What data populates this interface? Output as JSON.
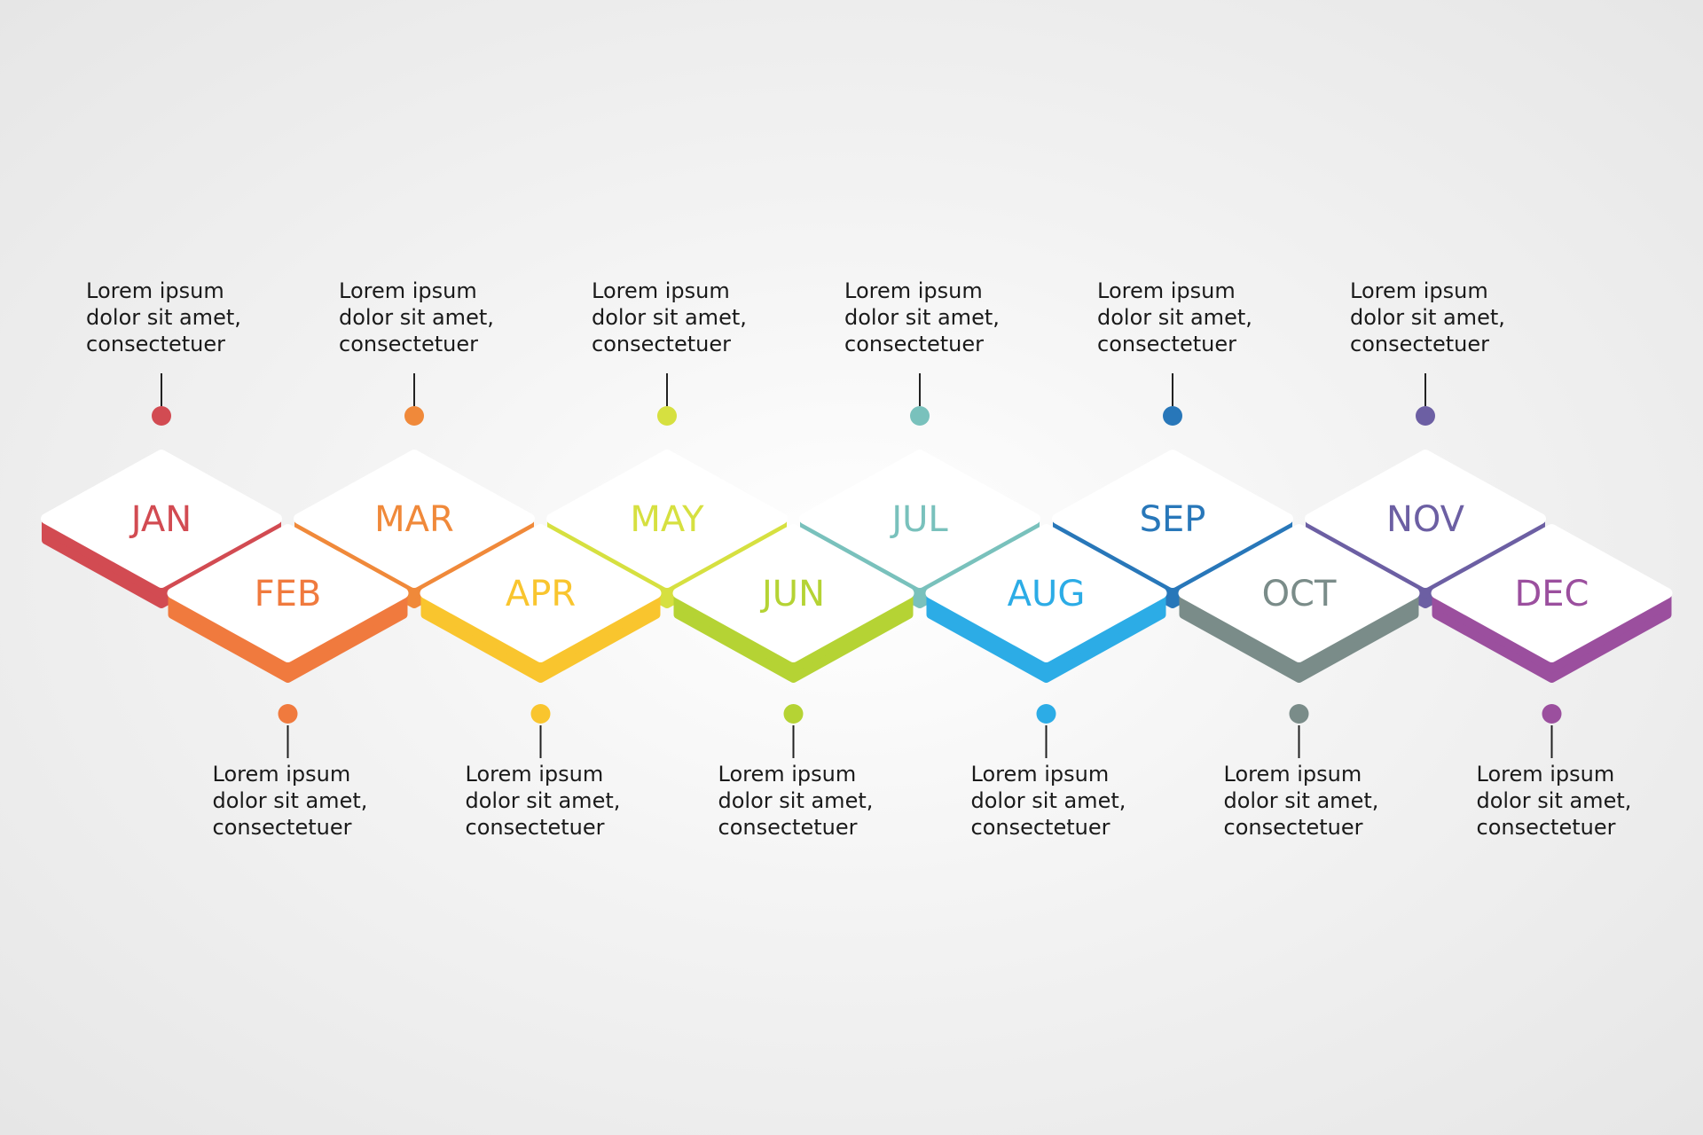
{
  "timeline": {
    "months": [
      {
        "label": "JAN",
        "color": "#d24b52",
        "text": [
          "Lorem ipsum",
          "dolor sit amet,",
          "consectetuer"
        ]
      },
      {
        "label": "FEB",
        "color": "#f07a3e",
        "text": [
          "Lorem ipsum",
          "dolor sit amet,",
          "consectetuer"
        ]
      },
      {
        "label": "MAR",
        "color": "#f0893a",
        "text": [
          "Lorem ipsum",
          "dolor sit amet,",
          "consectetuer"
        ]
      },
      {
        "label": "APR",
        "color": "#f9c52e",
        "text": [
          "Lorem ipsum",
          "dolor sit amet,",
          "consectetuer"
        ]
      },
      {
        "label": "MAY",
        "color": "#d6e040",
        "text": [
          "Lorem ipsum",
          "dolor sit amet,",
          "consectetuer"
        ]
      },
      {
        "label": "JUN",
        "color": "#b5d334",
        "text": [
          "Lorem ipsum",
          "dolor sit amet,",
          "consectetuer"
        ]
      },
      {
        "label": "JUL",
        "color": "#79c1bc",
        "text": [
          "Lorem ipsum",
          "dolor sit amet,",
          "consectetuer"
        ]
      },
      {
        "label": "AUG",
        "color": "#2cace6",
        "text": [
          "Lorem ipsum",
          "dolor sit amet,",
          "consectetuer"
        ]
      },
      {
        "label": "SEP",
        "color": "#2877b9",
        "text": [
          "Lorem ipsum",
          "dolor sit amet,",
          "consectetuer"
        ]
      },
      {
        "label": "OCT",
        "color": "#7a8c89",
        "text": [
          "Lorem ipsum",
          "dolor sit amet,",
          "consectetuer"
        ]
      },
      {
        "label": "NOV",
        "color": "#6c5fa3",
        "text": [
          "Lorem ipsum",
          "dolor sit amet,",
          "consectetuer"
        ]
      },
      {
        "label": "DEC",
        "color": "#9b4f9e",
        "text": [
          "Lorem ipsum",
          "dolor sit amet,",
          "consectetuer"
        ]
      }
    ]
  }
}
